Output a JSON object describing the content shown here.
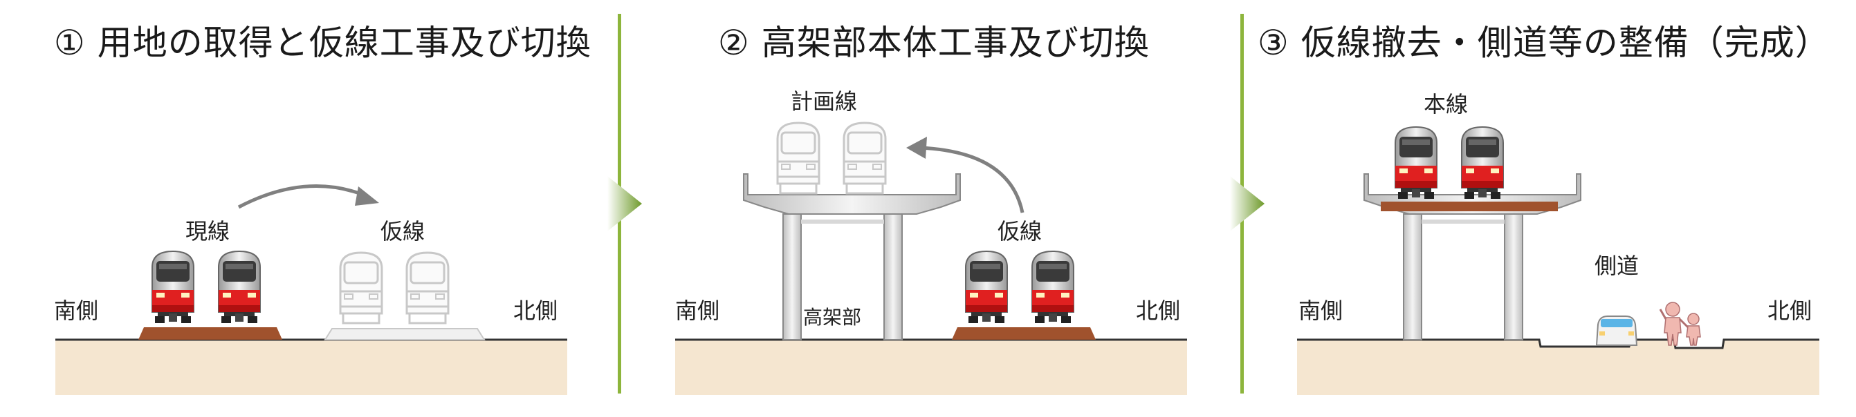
{
  "panels": [
    {
      "title": "① 用地の取得と仮線工事及び切換",
      "labels": {
        "current_line": "現線",
        "temp_line": "仮線",
        "south": "南側",
        "north": "北側"
      }
    },
    {
      "title": "② 高架部本体工事及び切換",
      "labels": {
        "planned_line": "計画線",
        "temp_line": "仮線",
        "viaduct": "高架部",
        "south": "南側",
        "north": "北側"
      }
    },
    {
      "title": "③ 仮線撤去・側道等の整備（完成）",
      "labels": {
        "main_line": "本線",
        "side_road": "側道",
        "south": "南側",
        "north": "北側"
      }
    }
  ],
  "colors": {
    "ground": "#f5e6d0",
    "ballast": "#a0522d",
    "train_red": "#e02020",
    "divider": "#8db53c",
    "arrow": "#808080"
  }
}
